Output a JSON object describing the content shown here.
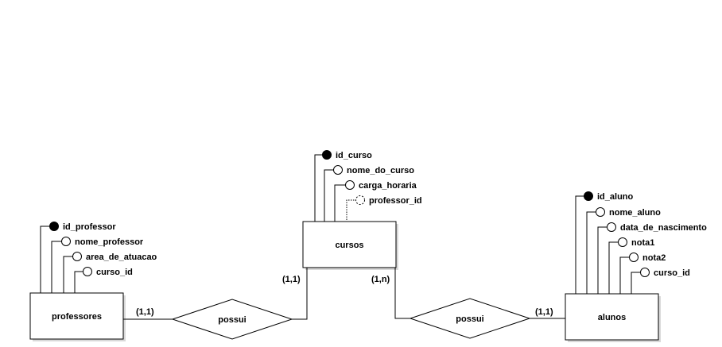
{
  "entities": {
    "professores": {
      "name": "professores",
      "attributes": [
        "id_professor",
        "nome_professor",
        "area_de_atuacao",
        "curso_id"
      ]
    },
    "cursos": {
      "name": "cursos",
      "attributes": [
        "id_curso",
        "nome_do_curso",
        "carga_horaria",
        "professor_id"
      ]
    },
    "alunos": {
      "name": "alunos",
      "attributes": [
        "id_aluno",
        "nome_aluno",
        "data_de_nascimento",
        "nota1",
        "nota2",
        "curso_id"
      ]
    }
  },
  "relationships": {
    "left": {
      "name": "possui"
    },
    "right": {
      "name": "possui"
    }
  },
  "cardinalities": {
    "professores_side": "(1,1)",
    "cursos_left": "(1,1)",
    "cursos_right": "(1,n)",
    "alunos_side": "(1,1)"
  }
}
